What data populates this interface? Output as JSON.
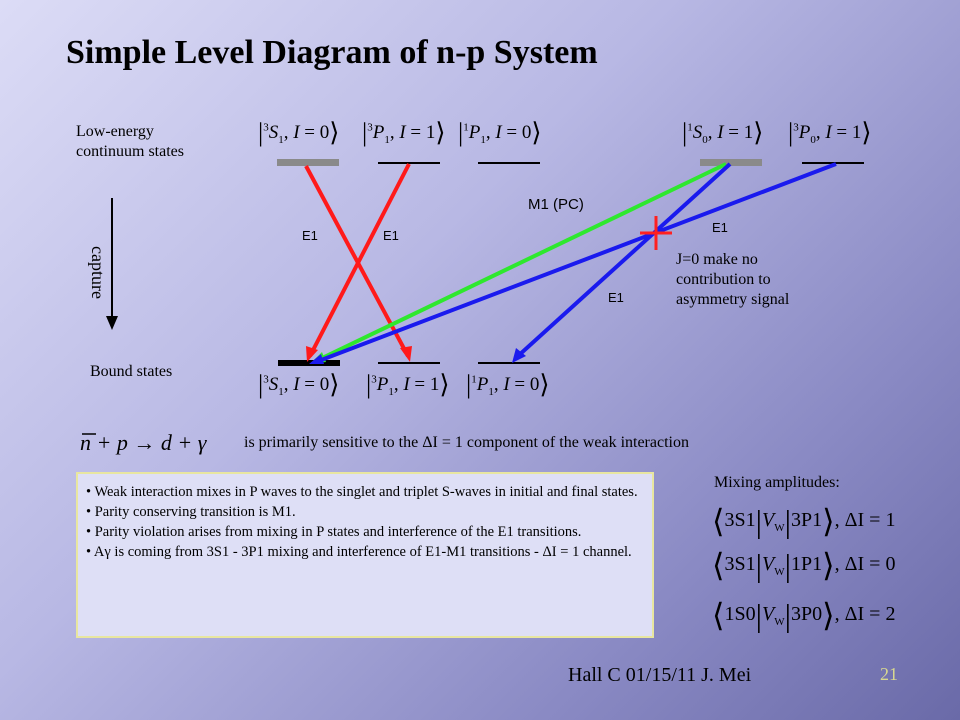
{
  "title": "Simple Level Diagram of n-p System",
  "labels": {
    "continuum": "Low-energy continuum states",
    "bound": "Bound states",
    "capture": "capture",
    "m1": "M1 (PC)",
    "e1": "E1",
    "j0_note": "J=0 make no contribution to asymmetry signal",
    "mixing": "Mixing amplitudes:"
  },
  "states": {
    "top": [
      {
        "mult": "3",
        "L": "S",
        "J": "1",
        "I": "0"
      },
      {
        "mult": "3",
        "L": "P",
        "J": "1",
        "I": "1"
      },
      {
        "mult": "1",
        "L": "P",
        "J": "1",
        "I": "0"
      },
      {
        "mult": "1",
        "L": "S",
        "J": "0",
        "I": "1"
      },
      {
        "mult": "3",
        "L": "P",
        "J": "0",
        "I": "1"
      }
    ],
    "bottom": [
      {
        "mult": "3",
        "L": "S",
        "J": "1",
        "I": "0"
      },
      {
        "mult": "3",
        "L": "P",
        "J": "1",
        "I": "1"
      },
      {
        "mult": "1",
        "L": "P",
        "J": "1",
        "I": "0"
      }
    ]
  },
  "reaction": {
    "text": "n + p → d + γ",
    "sensitivity": "is primarily sensitive to the ΔI = 1 component of the weak interaction"
  },
  "bullets": [
    "Weak interaction mixes in P waves to the singlet and triplet S-waves in initial and final states.",
    "Parity conserving transition is M1.",
    "Parity violation arises from mixing in P states and interference of the E1 transitions.",
    "Aγ is coming from 3S1 - 3P1 mixing and interference of E1-M1 transitions - ΔI = 1 channel."
  ],
  "mixing_amplitudes": [
    {
      "bra": "3S1",
      "ket": "3P1",
      "dI": "ΔI = 1"
    },
    {
      "bra": "3S1",
      "ket": "1P1",
      "dI": "ΔI = 0"
    },
    {
      "bra": "1S0",
      "ket": "3P0",
      "dI": "ΔI = 2"
    }
  ],
  "footer": "Hall C   01/15/11   J. Mei",
  "page_number": "21",
  "colors": {
    "e1_red": "#ff1a1a",
    "e1_blue": "#1a1aee",
    "m1_green": "#2ee82e",
    "cross": "#ff2020",
    "level_gray": "#8a8a8a"
  }
}
